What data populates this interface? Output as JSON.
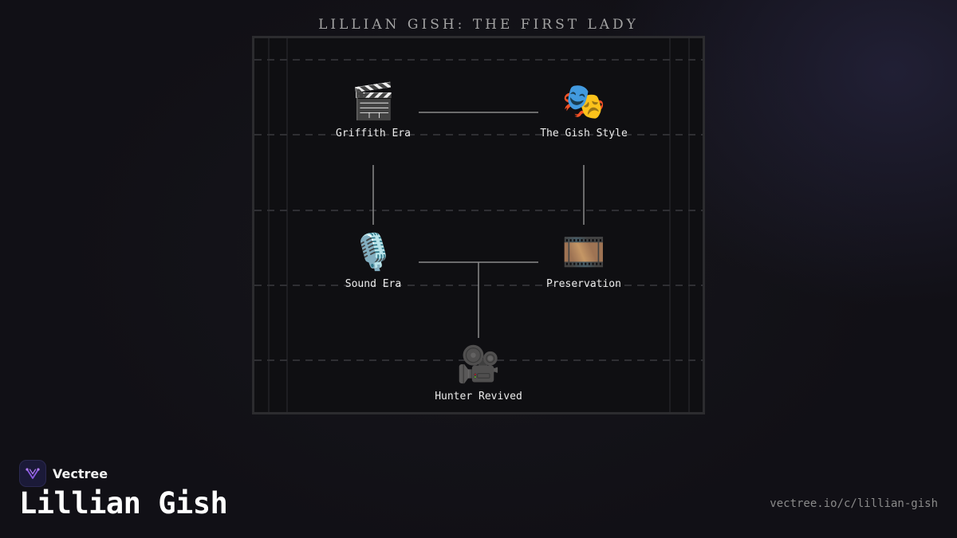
{
  "diagram": {
    "title": "LILLIAN GISH: THE FIRST LADY",
    "nodes": [
      {
        "id": "griffith",
        "label": "Griffith Era",
        "icon": "🎬",
        "icon_name": "clapperboard-icon"
      },
      {
        "id": "gish-style",
        "label": "The Gish Style",
        "icon": "🎭",
        "icon_name": "theater-masks-icon"
      },
      {
        "id": "sound",
        "label": "Sound Era",
        "icon": "🎙️",
        "icon_name": "microphone-icon"
      },
      {
        "id": "preservation",
        "label": "Preservation",
        "icon": "🎞️",
        "icon_name": "film-frames-icon"
      },
      {
        "id": "hunter",
        "label": "Hunter Revived",
        "icon": "🎥",
        "icon_name": "movie-camera-icon"
      }
    ],
    "edges": [
      {
        "from": "griffith",
        "to": "gish-style"
      },
      {
        "from": "griffith",
        "to": "sound"
      },
      {
        "from": "gish-style",
        "to": "preservation"
      },
      {
        "from": "sound",
        "to": "preservation"
      },
      {
        "from": "sound-preservation-link",
        "to": "hunter"
      }
    ]
  },
  "footer": {
    "brand_name": "Vectree",
    "page_title": "Lillian Gish",
    "url": "vectree.io/c/lillian-gish"
  },
  "colors": {
    "background": "#111016",
    "frame": "#2c2c2f",
    "edge": "#8a8a8a",
    "accent_logo": "#7a4fd6"
  }
}
